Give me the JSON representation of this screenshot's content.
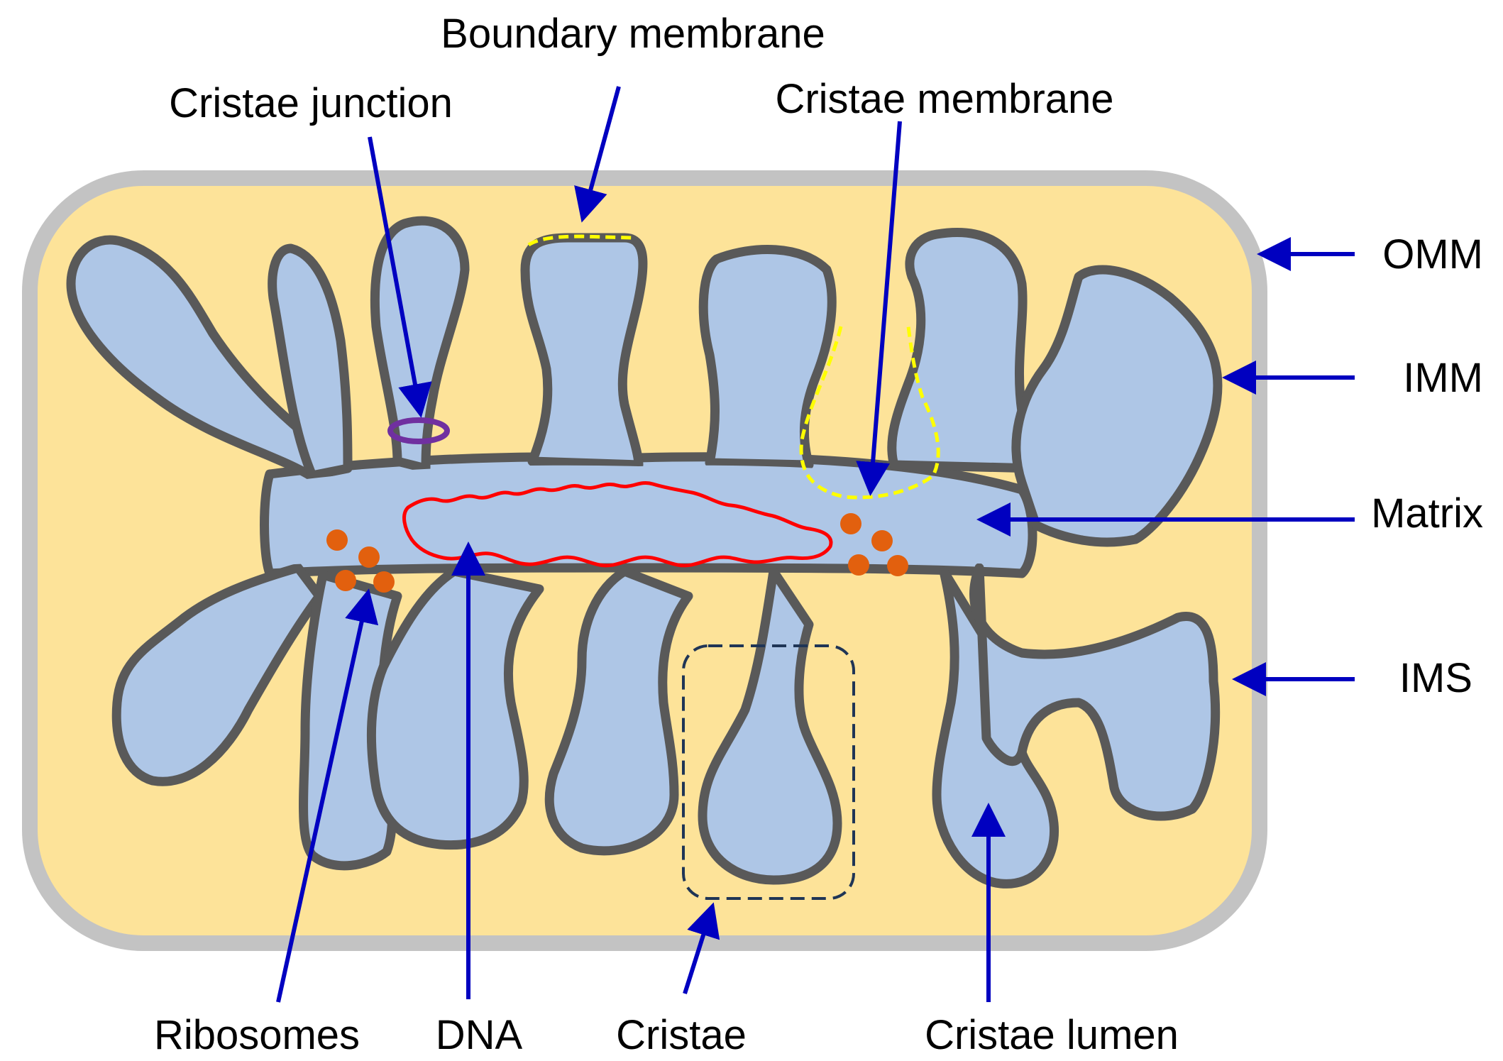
{
  "labels": {
    "boundary_membrane": "Boundary membrane",
    "cristae_junction": "Cristae junction",
    "cristae_membrane": "Cristae membrane",
    "omm": "OMM",
    "imm": "IMM",
    "matrix": "Matrix",
    "ims": "IMS",
    "ribosomes": "Ribosomes",
    "dna": "DNA",
    "cristae": "Cristae",
    "cristae_lumen": "Cristae lumen"
  },
  "colors": {
    "outer_membrane": "#c3c3c3",
    "intermembrane_space": "#fde399",
    "matrix_fill": "#aec6e6",
    "inner_membrane_stroke": "#595959",
    "arrows": "#0000c0",
    "dna": "#ff0000",
    "ribosomes": "#e2600e",
    "cristae_junction": "#7030a0",
    "highlight_dashes": "#ffff00",
    "crista_box": "#1f3556"
  }
}
